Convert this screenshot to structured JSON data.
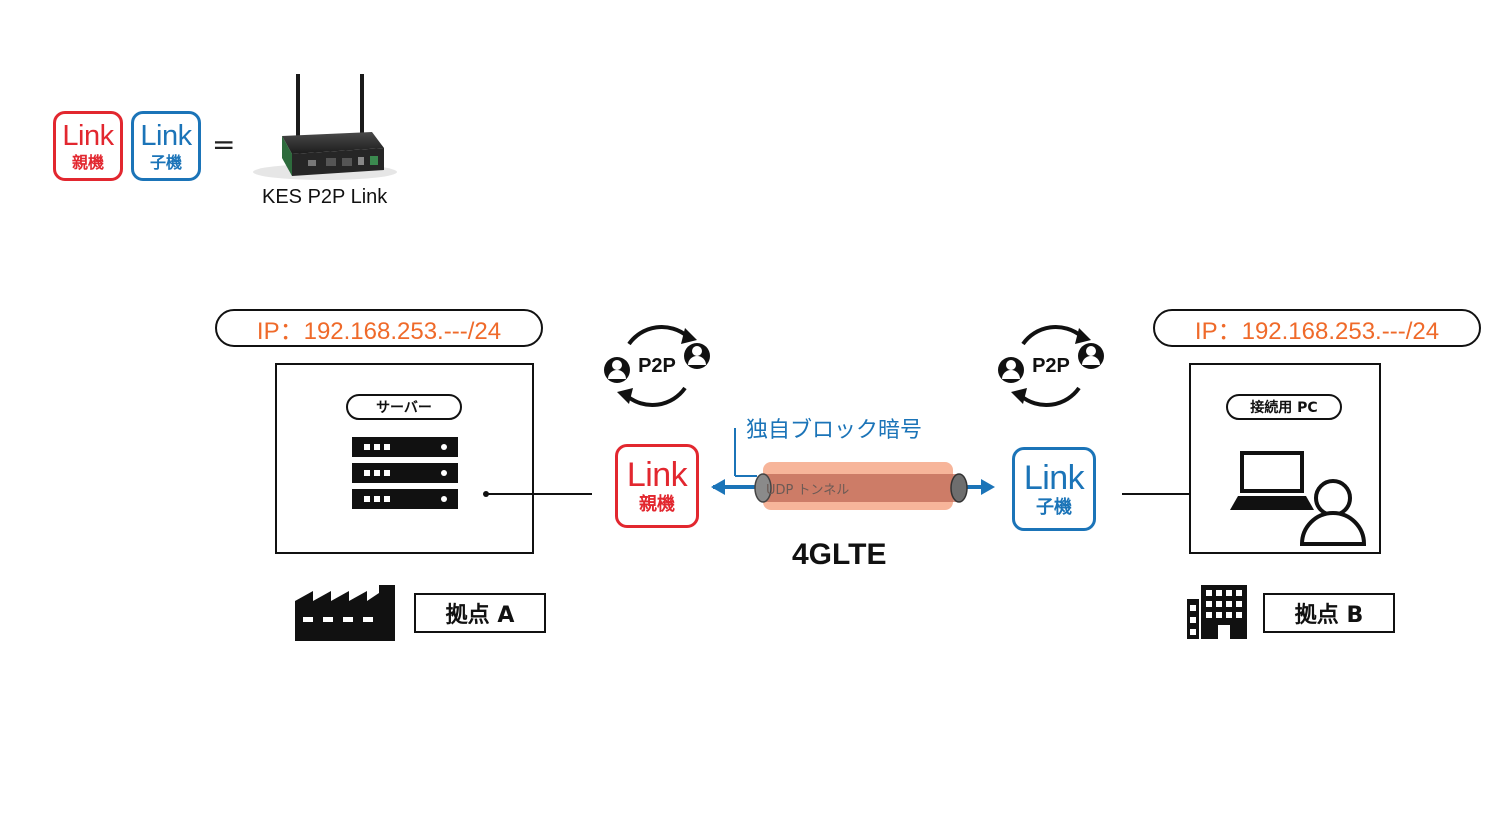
{
  "legend": {
    "parent_badge": {
      "link": "Link",
      "role": "親機"
    },
    "child_badge": {
      "link": "Link",
      "role": "子機"
    },
    "equals": "=",
    "device_name": "KES P2P Link"
  },
  "site_a": {
    "ip": "IP：192.168.253.---/24",
    "device_pill": "サーバー",
    "label": "拠点 A"
  },
  "site_b": {
    "ip": "IP：192.168.253.---/24",
    "device_pill": "接続用 PC",
    "label": "拠点 B"
  },
  "p2p_icons": {
    "left": "P2P",
    "right": "P2P"
  },
  "parent_link": {
    "link": "Link",
    "role": "親機"
  },
  "child_link": {
    "link": "Link",
    "role": "子機"
  },
  "tunnel": {
    "encryption_label": "独自ブロック暗号",
    "tunnel_label": "UDP トンネル",
    "network_label": "4GLTE"
  },
  "colors": {
    "parent": "#e2272f",
    "child": "#1b74b8",
    "ip_text": "#ef6a2a",
    "tunnel_glow": "#f6a888"
  }
}
